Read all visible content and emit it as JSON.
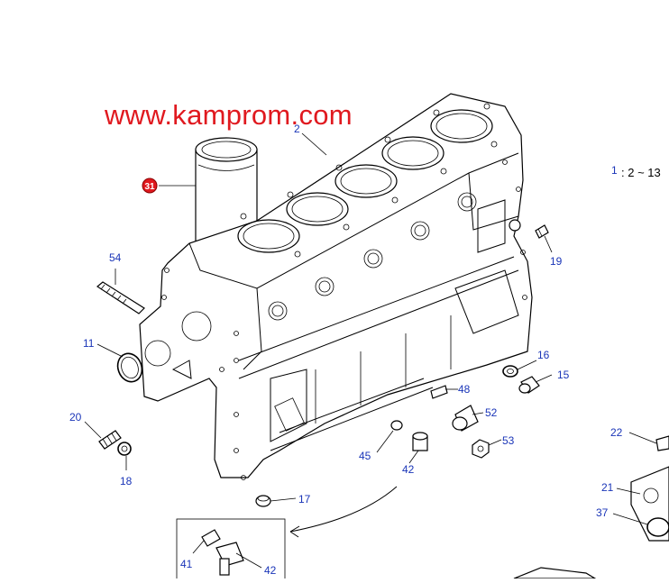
{
  "watermark": "www.kamprom.com",
  "highlight_callout": "31",
  "legend": {
    "number": "1",
    "range": ": 2 ~ 13"
  },
  "callouts": [
    "2",
    "54",
    "11",
    "20",
    "18",
    "19",
    "16",
    "15",
    "48",
    "52",
    "53",
    "45",
    "42",
    "17",
    "41",
    "42",
    "22",
    "21",
    "37"
  ]
}
